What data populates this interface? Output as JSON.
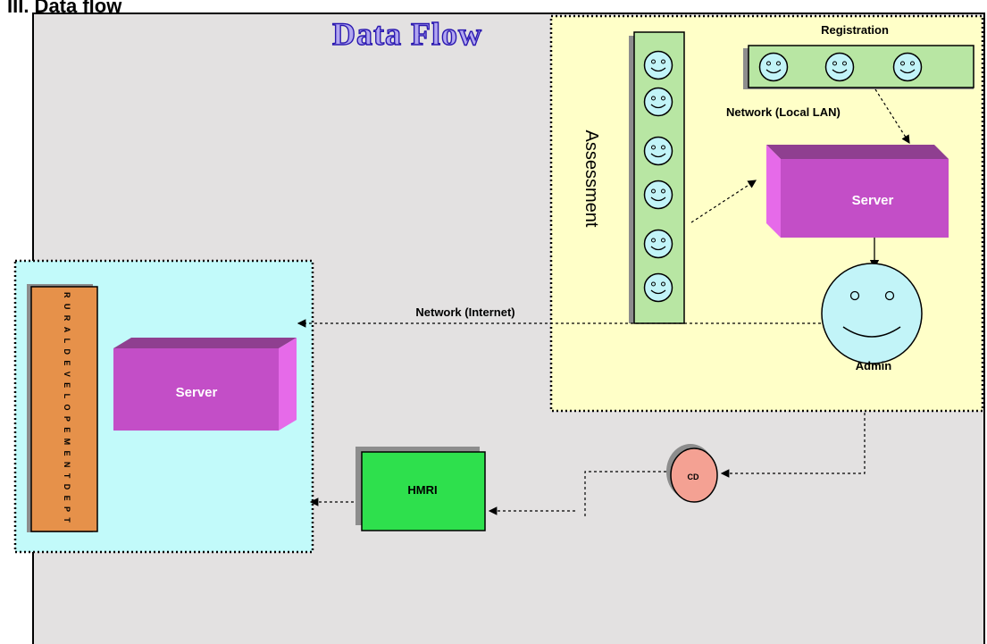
{
  "heading": "III. Data flow",
  "title": "Data Flow",
  "labels": {
    "assessment": "Assessment",
    "registration": "Registration",
    "network_lan": "Network (Local LAN)",
    "server_main": "Server",
    "admin": "Admin",
    "network_internet": "Network (Internet)",
    "server_dept": "Server",
    "hmri": "HMRI",
    "cd": "CD",
    "dept_vertical": "RURALDEVELOPEMENTDEPT"
  },
  "colors": {
    "slide_bg": "#e3e1e1",
    "yellow_zone": "#ffffc8",
    "cyan_zone": "#c2fafa",
    "green": "#b8e6a3",
    "server_face": "#c34ec7",
    "server_side": "#e66ae9",
    "server_top": "#8f3f90",
    "hmri": "#2ee04d",
    "dept_bar": "#e6914a",
    "cd": "#f4a193",
    "face": "#c2f4f8",
    "title_fill": "#b1a6f0"
  }
}
